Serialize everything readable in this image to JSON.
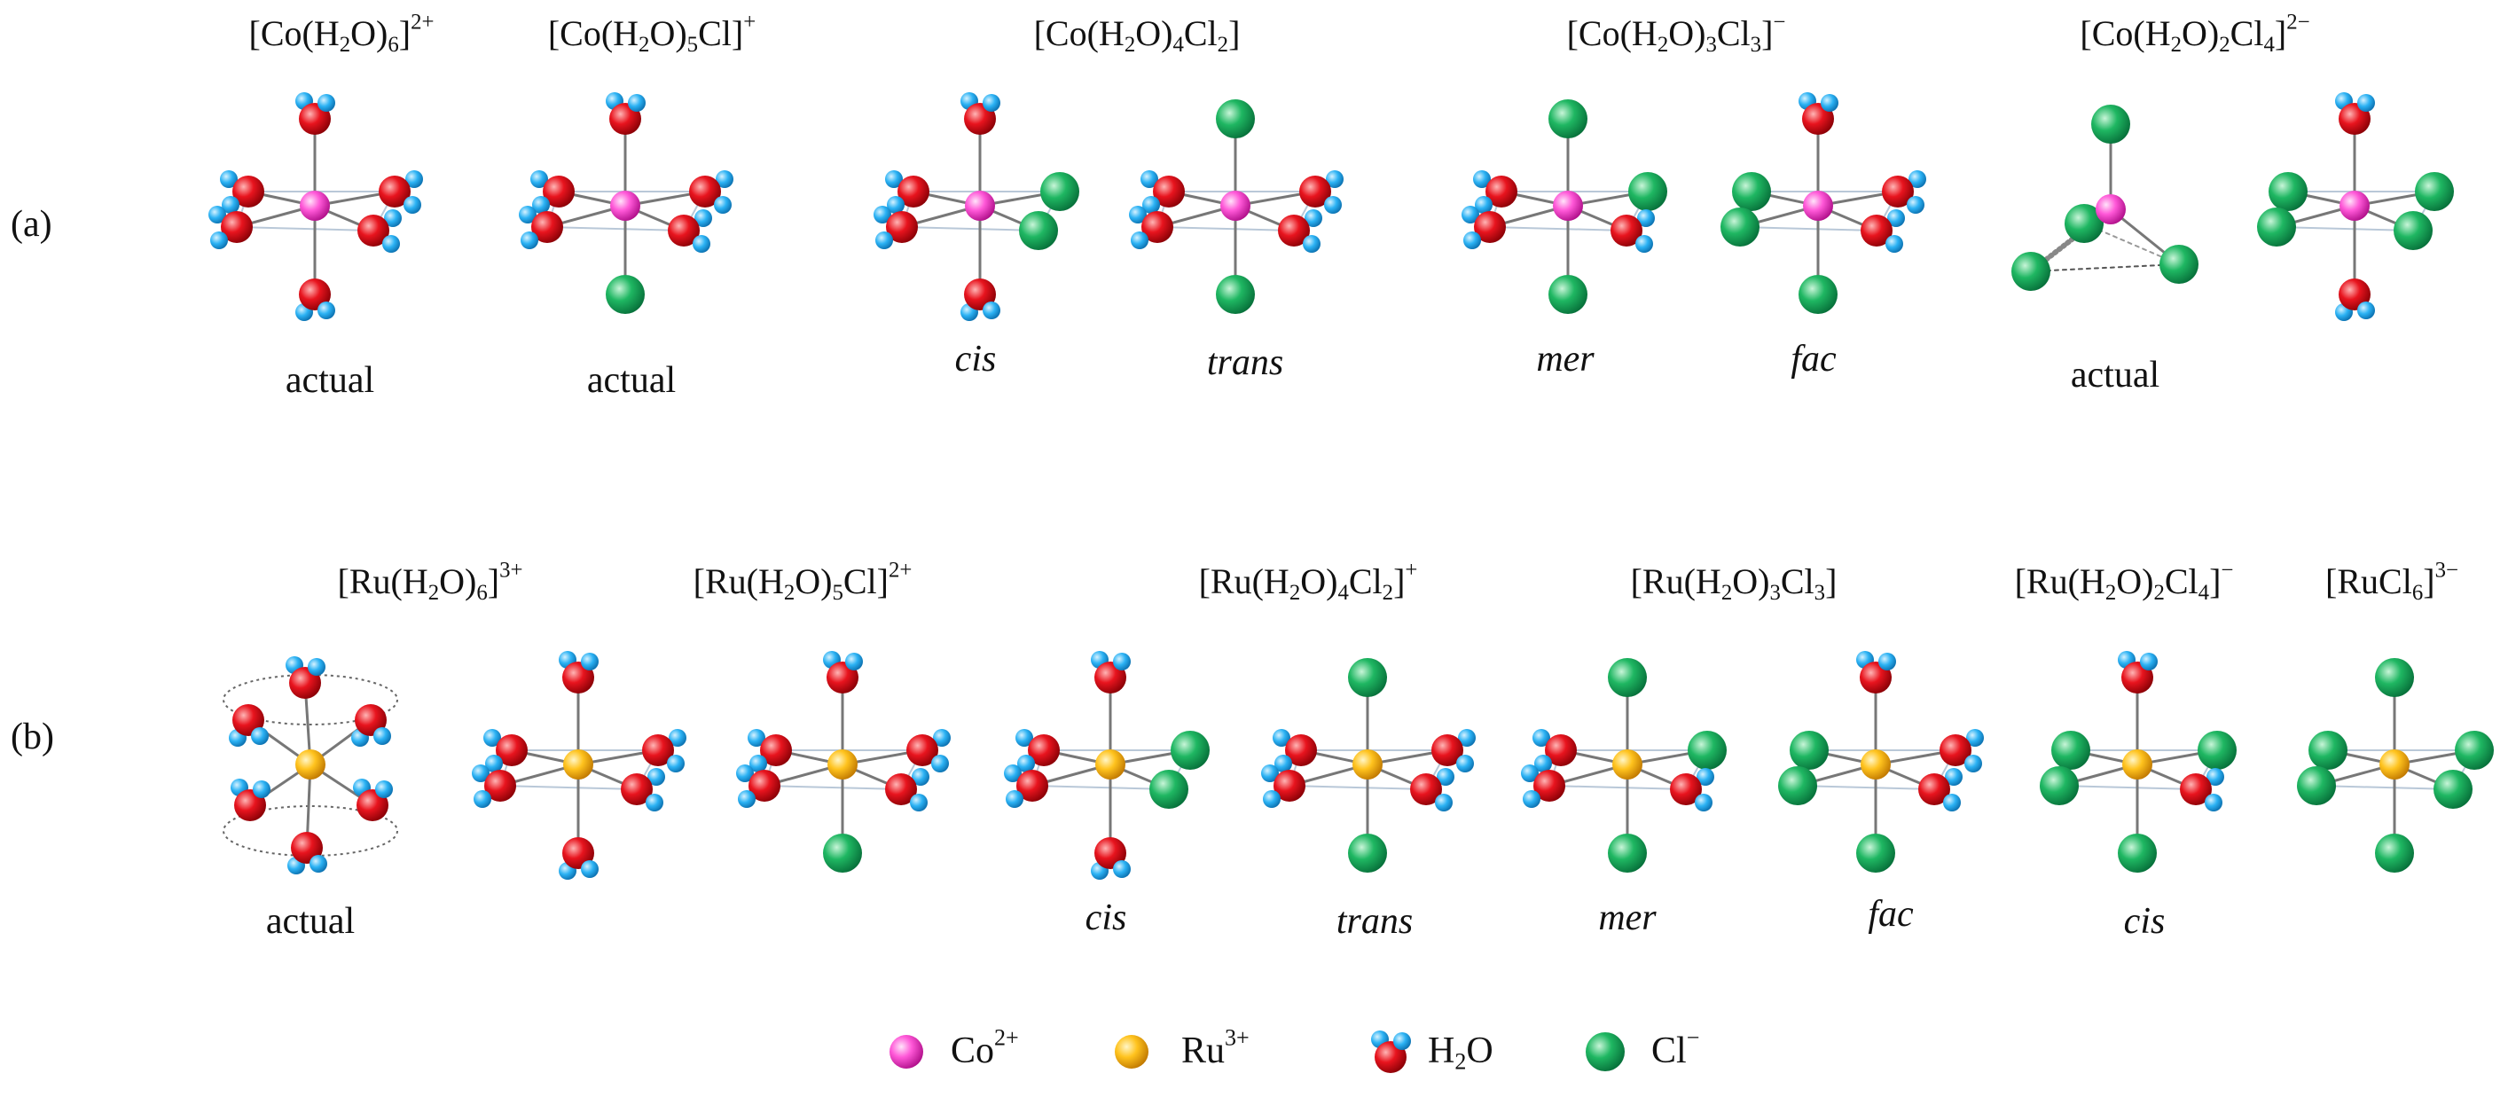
{
  "panels": {
    "a": "(a)",
    "b": "(b)"
  },
  "colors": {
    "co": "#ff48d4",
    "ru": "#ffbe1c",
    "oxygen": "#e3101c",
    "hydrogen": "#27aef2",
    "chloride": "#1ab25c",
    "bond": "#777777",
    "edge": "#b9c8d8"
  },
  "row_a": {
    "structures": [
      {
        "formula": {
          "pre": "[Co(H",
          "s1": "2",
          "mid": "O)",
          "s2": "6",
          "post": "]",
          "charge": "2+"
        },
        "caption": "actual",
        "italic": false
      },
      {
        "formula": {
          "pre": "[Co(H",
          "s1": "2",
          "mid": "O)",
          "s2": "5",
          "post": "Cl]",
          "charge": "+"
        },
        "caption": "actual",
        "italic": false
      },
      {
        "formula": {
          "pre": "[Co(H",
          "s1": "2",
          "mid": "O)",
          "s2": "4",
          "post": "Cl",
          "s3": "2",
          "post2": "]",
          "charge": ""
        },
        "caption": "cis",
        "italic": true
      },
      {
        "caption": "trans",
        "italic": true
      },
      {
        "formula": {
          "pre": "[Co(H",
          "s1": "2",
          "mid": "O)",
          "s2": "3",
          "post": "Cl",
          "s3": "3",
          "post2": "]",
          "charge": "−"
        },
        "caption": "mer",
        "italic": true
      },
      {
        "caption": "fac",
        "italic": true
      },
      {
        "formula": {
          "pre": "[Co(H",
          "s1": "2",
          "mid": "O)",
          "s2": "2",
          "post": "Cl",
          "s3": "4",
          "post2": "]",
          "charge": "2−"
        },
        "caption": "actual",
        "italic": false
      },
      {
        "caption": "",
        "italic": false
      }
    ]
  },
  "row_b": {
    "structures": [
      {
        "formula": {
          "pre": "[Ru(H",
          "s1": "2",
          "mid": "O)",
          "s2": "6",
          "post": "]",
          "charge": "3+"
        },
        "caption": "actual",
        "italic": false
      },
      {
        "caption": "",
        "italic": false
      },
      {
        "formula": {
          "pre": "[Ru(H",
          "s1": "2",
          "mid": "O)",
          "s2": "5",
          "post": "Cl]",
          "charge": "2+"
        },
        "caption": "",
        "italic": false
      },
      {
        "formula": {
          "pre": "[Ru(H",
          "s1": "2",
          "mid": "O)",
          "s2": "4",
          "post": "Cl",
          "s3": "2",
          "post2": "]",
          "charge": "+"
        },
        "caption": "cis",
        "italic": true
      },
      {
        "caption": "trans",
        "italic": true
      },
      {
        "formula": {
          "pre": "[Ru(H",
          "s1": "2",
          "mid": "O)",
          "s2": "3",
          "post": "Cl",
          "s3": "3",
          "post2": "]",
          "charge": ""
        },
        "caption": "mer",
        "italic": true
      },
      {
        "caption": "fac",
        "italic": true
      },
      {
        "formula": {
          "pre": "[Ru(H",
          "s1": "2",
          "mid": "O)",
          "s2": "2",
          "post": "Cl",
          "s3": "4",
          "post2": "]",
          "charge": "−"
        },
        "caption": "cis",
        "italic": true
      },
      {
        "formula": {
          "pre": "[RuCl",
          "s1": "6",
          "mid": "]",
          "s2": "",
          "post": "",
          "charge": "3−"
        },
        "caption": "",
        "italic": false
      }
    ]
  },
  "legend": {
    "co": {
      "base": "Co",
      "charge": "2+"
    },
    "ru": {
      "base": "Ru",
      "charge": "3+"
    },
    "water": {
      "pre": "H",
      "sub": "2",
      "post": "O"
    },
    "chloride": {
      "base": "Cl",
      "charge": "−"
    }
  }
}
